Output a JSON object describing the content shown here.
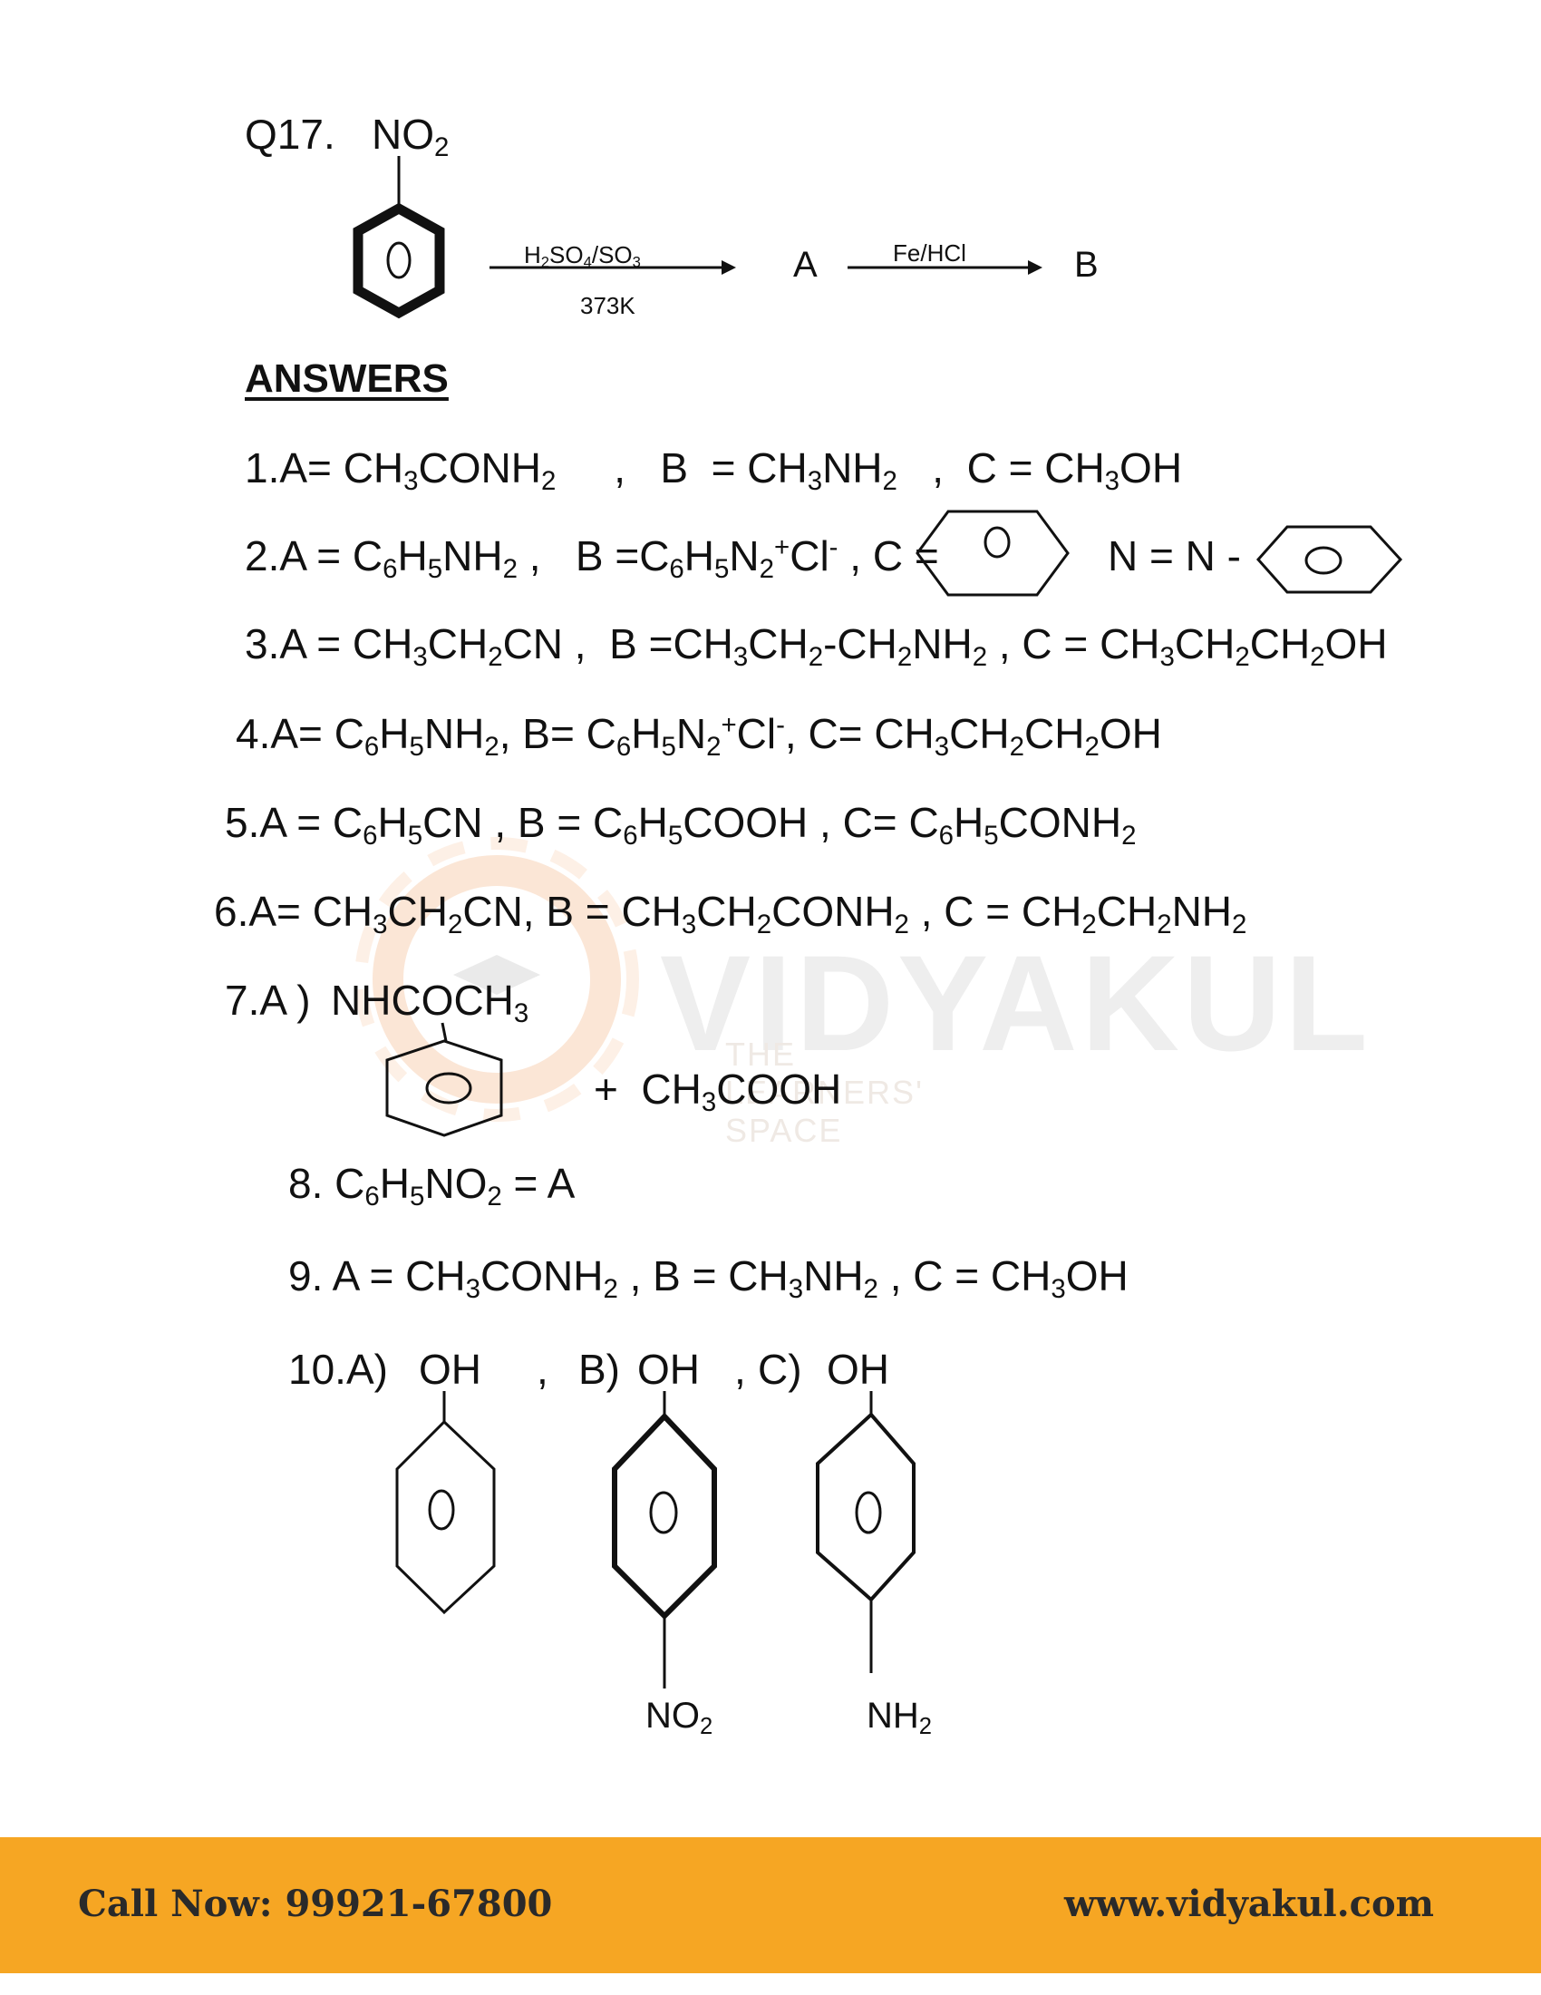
{
  "question": {
    "label": "Q17.",
    "reactant": "NO",
    "reactant_sub": "2",
    "reagent1": "H2SO4/SO3",
    "condition1": "373K",
    "product_a": "A",
    "reagent2": "Fe/HCl",
    "product_b": "B"
  },
  "heading": "ANSWERS",
  "answers": {
    "a1": "1.A= CH3CONH2 , B = CH3NH2 , C = CH3OH",
    "a2_left": "2.A = C6H5NH2 , B =C6H5N2+Cl- , C =",
    "a2_mid": "N = N -",
    "a3": "3.A = CH3CH2CN , B =CH3CH2-CH2NH2 , C = CH3CH2CH2OH",
    "a4": "4.A= C6H5NH2, B= C6H5N2+Cl-, C= CH3CH2CH2OH",
    "a5": "5.A = C6H5CN , B = C6H5COOH , C= C6H5CONH2",
    "a6": "6.A= CH3CH2CN, B = CH3CH2CONH2 , C = CH2CH2NH2",
    "a7_label": "7.A )",
    "a7_group": "NHCOCH3",
    "a7_plus": "+ CH3COOH",
    "a8": "8. C6H5NO2 = A",
    "a9": "9. A = CH3CONH2 , B = CH3NH2 , C = CH3OH",
    "a10_label": "10.A)",
    "a10_a_group": "OH",
    "a10_sep1": ",",
    "a10_b_label": "B)",
    "a10_b_group": "OH",
    "a10_sep2": ",",
    "a10_c_label": "C)",
    "a10_c_group": "OH",
    "a10_b_sub": "NO2",
    "a10_c_sub": "NH2"
  },
  "watermark": {
    "title": "VIDYAKUL",
    "subtitle": "THE LEARNERS' SPACE"
  },
  "footer": {
    "phone": "Call Now: 99921-67800",
    "website": "www.vidyakul.com",
    "color": "#f6a623"
  }
}
